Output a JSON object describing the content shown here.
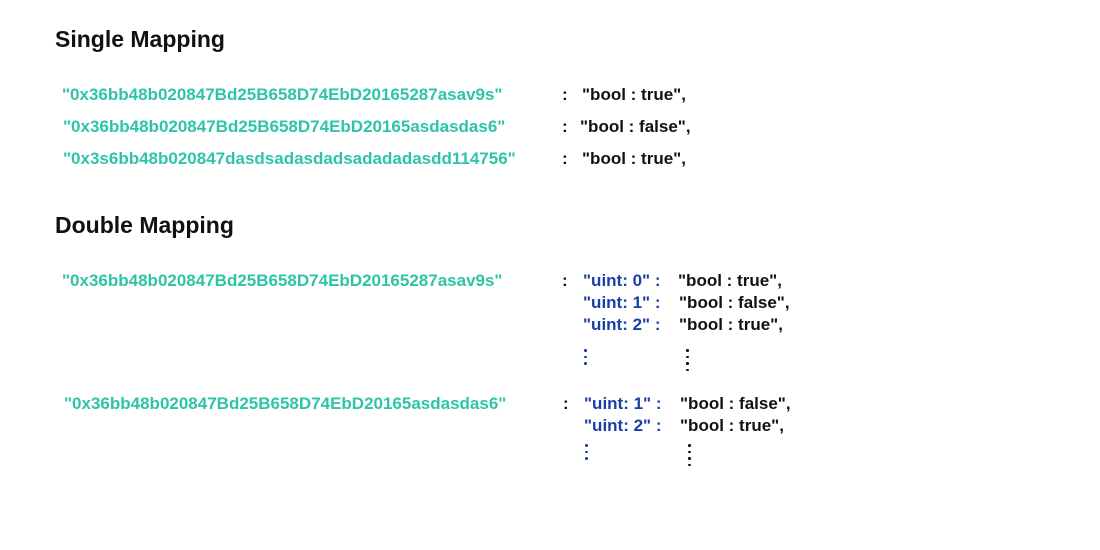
{
  "single": {
    "title": "Single Mapping",
    "rows": [
      {
        "key": "\"0x36bb48b020847Bd25B658D74EbD20165287asav9s\"",
        "sep": ":",
        "value": "\"bool : true\","
      },
      {
        "key": "\"0x36bb48b020847Bd25B658D74EbD20165asdasdas6\"",
        "sep": ":",
        "value": "\"bool : false\","
      },
      {
        "key": "\"0x3s6bb48b020847dasdsadasdadsadadadasdd114756\"",
        "sep": ":",
        "value": "\"bool : true\","
      }
    ]
  },
  "double": {
    "title": "Double Mapping",
    "groups": [
      {
        "key": "\"0x36bb48b020847Bd25B658D74EbD20165287asav9s\"",
        "sep": ":",
        "entries": [
          {
            "index": "\"uint: 0\" :",
            "value": "\"bool : true\","
          },
          {
            "index": "\"uint: 1\" :",
            "value": "\"bool : false\","
          },
          {
            "index": "\"uint: 2\" :",
            "value": "\"bool : true\","
          }
        ]
      },
      {
        "key": "\"0x36bb48b020847Bd25B658D74EbD20165asdasdas6\"",
        "sep": ":",
        "entries": [
          {
            "index": "\"uint: 1\" :",
            "value": "\"bool : false\","
          },
          {
            "index": "\"uint: 2\" :",
            "value": "\"bool : true\","
          }
        ]
      }
    ]
  },
  "colors": {
    "address": "#2ec4a6",
    "uint_key": "#1a3fa6",
    "text": "#111111"
  }
}
